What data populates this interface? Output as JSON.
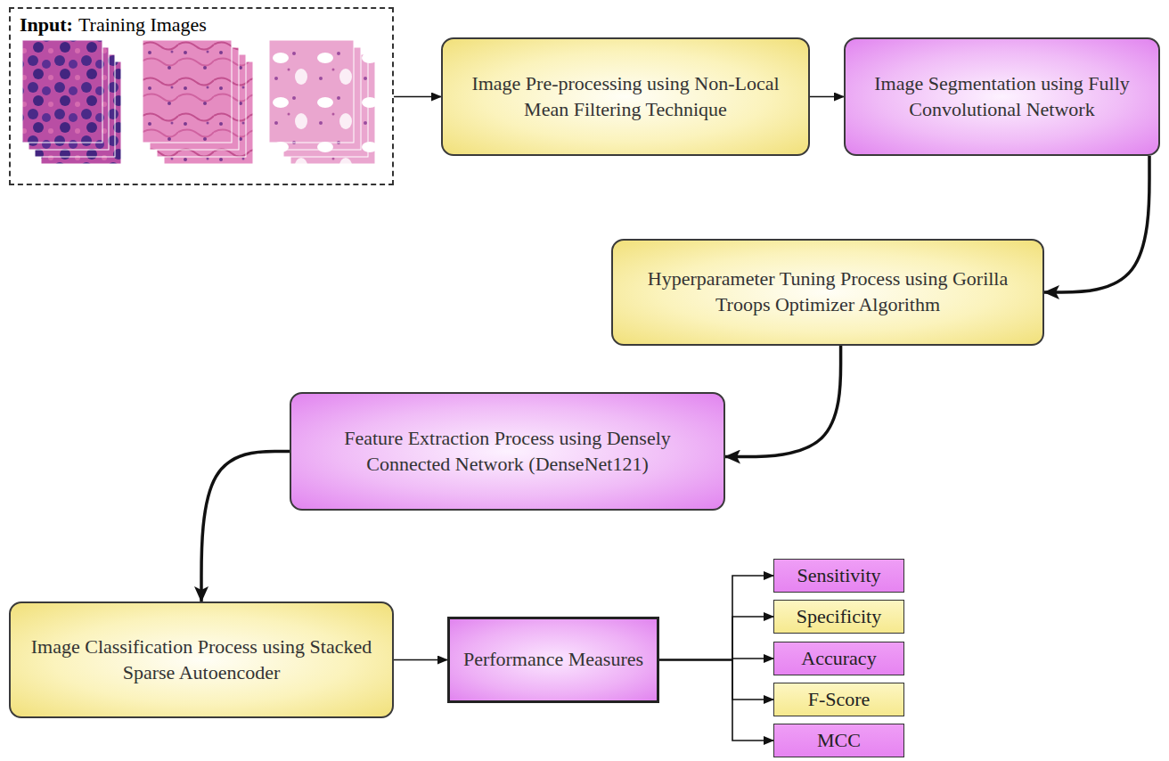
{
  "diagram": {
    "nodes": [
      {
        "text": [
          "Input:",
          "Training Images"
        ]
      },
      {
        "text": [
          "Image Pre-processing using Non-Local Mean Filtering Technique"
        ]
      },
      {
        "text": [
          "Image Segmentation using Fully Convolutional Network"
        ]
      },
      {
        "text": [
          "Hyperparameter Tuning Process using Gorilla Troops Optimizer Algorithm"
        ]
      },
      {
        "text": [
          "Feature Extraction Process using Densely Connected Network (DenseNet121)"
        ]
      },
      {
        "text": [
          "Image Classification Process using Stacked Sparse Autoencoder"
        ]
      },
      {
        "text": [
          "Performance Measures"
        ]
      },
      {
        "text": [
          "Sensitivity"
        ]
      },
      {
        "text": [
          "Specificity"
        ]
      },
      {
        "text": [
          "Accuracy"
        ]
      },
      {
        "text": [
          "F-Score"
        ]
      },
      {
        "text": [
          "MCC"
        ]
      }
    ],
    "edges": [
      {
        "from": 0,
        "to": 1,
        "arrow": "to"
      },
      {
        "from": 1,
        "to": 2,
        "arrow": "to"
      },
      {
        "from": 2,
        "to": 3,
        "arrow": "to"
      },
      {
        "from": 3,
        "to": 4,
        "arrow": "to"
      },
      {
        "from": 4,
        "to": 5,
        "arrow": "to"
      },
      {
        "from": 5,
        "to": 6,
        "arrow": "to"
      },
      {
        "from": 6,
        "to": 7,
        "arrow": "to"
      },
      {
        "from": 6,
        "to": 8,
        "arrow": "to"
      },
      {
        "from": 6,
        "to": 9,
        "arrow": "to"
      },
      {
        "from": 6,
        "to": 10,
        "arrow": "to"
      },
      {
        "from": 6,
        "to": 11,
        "arrow": "to"
      }
    ]
  }
}
